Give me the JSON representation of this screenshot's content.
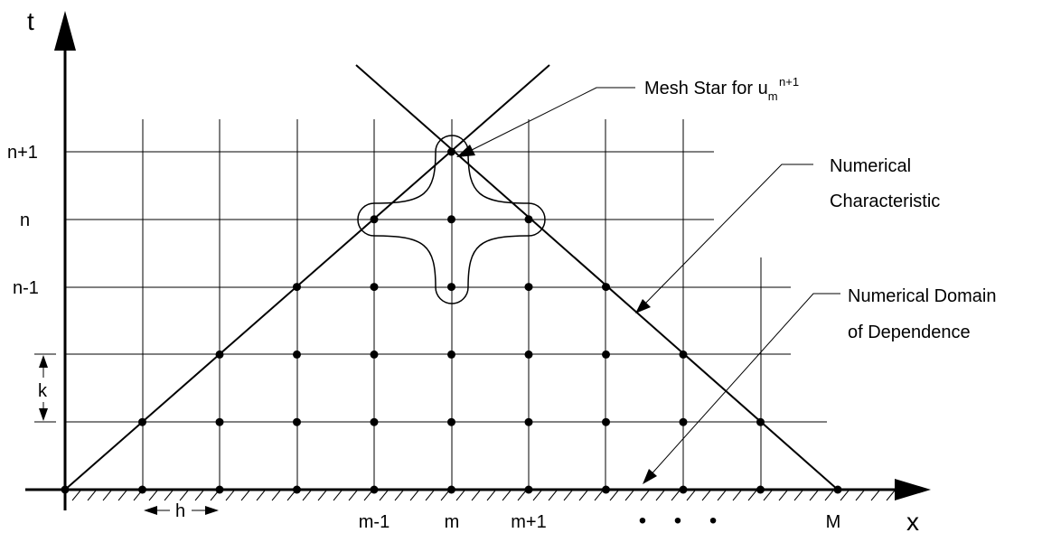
{
  "axes": {
    "t_label": "t",
    "x_label": "x"
  },
  "time_levels": {
    "n_plus_1": "n+1",
    "n": "n",
    "n_minus_1": "n-1",
    "step_label": "k"
  },
  "space_positions": {
    "m_minus_1": "m-1",
    "m": "m",
    "m_plus_1": "m+1",
    "ellipsis": "• • •",
    "M": "M",
    "step_label": "h"
  },
  "annotations": {
    "mesh_star_prefix": "Mesh Star for u",
    "mesh_star_sub": "m",
    "mesh_star_sup": "n+1",
    "numerical_characteristic_line1": "Numerical",
    "numerical_characteristic_line2": "Characteristic",
    "domain_of_dependence_line1": "Numerical Domain",
    "domain_of_dependence_line2": "of Dependence"
  },
  "colors": {
    "ink": "#000000",
    "background": "#ffffff"
  }
}
